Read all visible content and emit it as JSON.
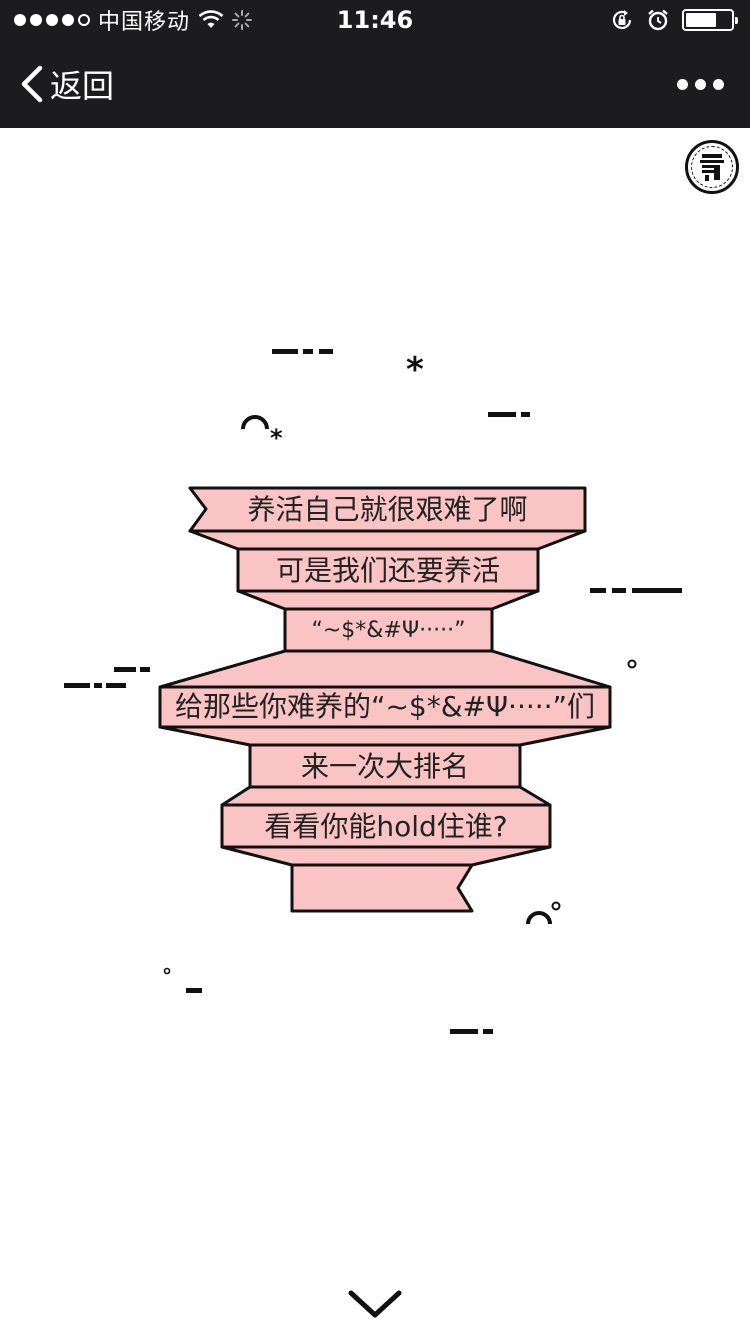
{
  "status_bar": {
    "carrier": "中国移动",
    "time": "11:46",
    "signal_full": 4,
    "signal_empty": 1,
    "icons": [
      "wifi-icon",
      "loading-spinner-icon",
      "rotation-lock-icon",
      "alarm-icon",
      "battery-icon"
    ]
  },
  "nav": {
    "back_label": "返回",
    "icons": [
      "chevron-left-icon",
      "more-dots-icon"
    ]
  },
  "ribbon": {
    "lines": [
      "养活自己就很艰难了啊",
      "可是我们还要养活",
      "“~$*&#Ψ·····”",
      "给那些你难养的“~$*&#Ψ·····”们",
      "来一次大排名",
      "看看你能hold住谁?"
    ],
    "fill_color": "#fbc4c4",
    "stroke_color": "#111111"
  },
  "icons": [
    "music-icon",
    "chevron-down-icon"
  ]
}
